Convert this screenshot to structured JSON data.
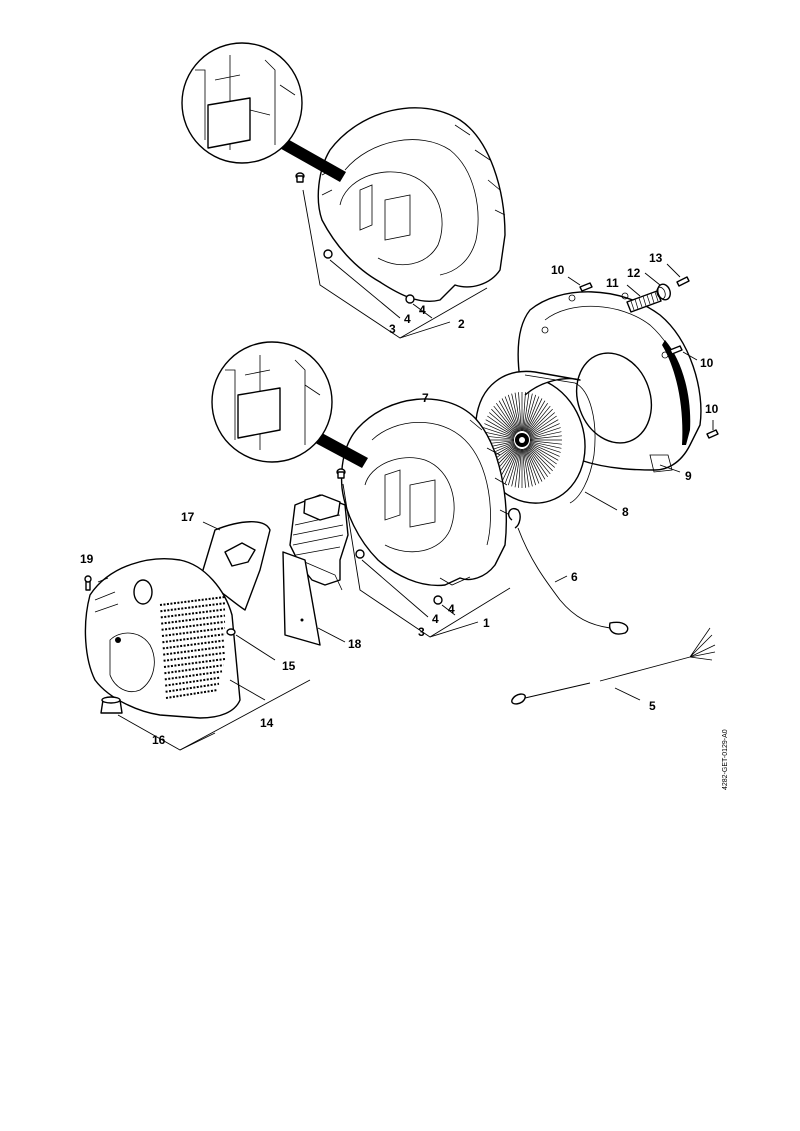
{
  "callouts": {
    "c1": "1",
    "c2": "2",
    "c3a": "3",
    "c3b": "3",
    "c4a": "4",
    "c4b": "4",
    "c4c": "4",
    "c4d": "4",
    "c5": "5",
    "c6": "6",
    "c7": "7",
    "c8": "8",
    "c9": "9",
    "c10a": "10",
    "c10b": "10",
    "c10c": "10",
    "c11": "11",
    "c12": "12",
    "c13": "13",
    "c14": "14",
    "c15": "15",
    "c16": "16",
    "c17": "17",
    "c18": "18",
    "c19": "19"
  },
  "doc_ref": "4282-GET-0129-A0"
}
